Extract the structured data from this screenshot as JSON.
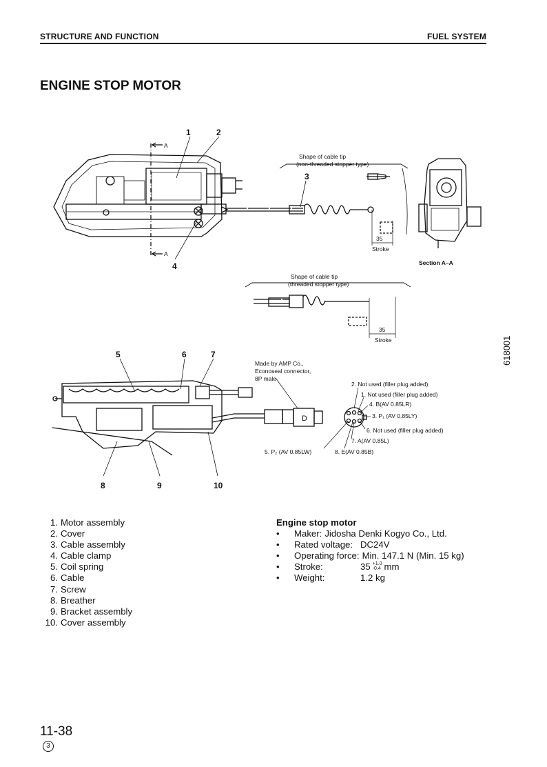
{
  "header": {
    "left": "STRUCTURE AND FUNCTION",
    "right": "FUEL SYSTEM"
  },
  "title": "ENGINE STOP MOTOR",
  "diagram_top": {
    "callouts": [
      "1",
      "2",
      "3",
      "4"
    ],
    "section_marker": "A",
    "cable_tip_1_line1": "Shape of cable tip",
    "cable_tip_1_line2": "(non-threaded stopper type)",
    "cable_tip_2_line1": "Shape of cable tip",
    "cable_tip_2_line2": "(threaded stopper type)",
    "stroke_value": "35",
    "stroke_label": "Stroke",
    "section_label": "Section A–A"
  },
  "diagram_bottom": {
    "callouts_top": [
      "5",
      "6",
      "7"
    ],
    "callouts_bottom": [
      "8",
      "9",
      "10"
    ],
    "connector_note_1": "Made by AMP Co.,",
    "connector_note_2": "Econoseal connector,",
    "connector_note_3": "8P male",
    "connector_letter": "D",
    "pins": [
      "2. Not used (filler plug added)",
      "1. Not used (filler plug added)",
      "4. B(AV 0.85LR)",
      "3. P₁ (AV 0.85LY)",
      "6. Not used (filler plug added)",
      "7. A(AV 0.85L)",
      "5. P₂ (AV 0.85LW)",
      "8. E(AV 0.85B)"
    ]
  },
  "side_code": "618001",
  "parts": [
    {
      "num": "1.",
      "name": "Motor assembly"
    },
    {
      "num": "2.",
      "name": "Cover"
    },
    {
      "num": "3.",
      "name": "Cable assembly"
    },
    {
      "num": "4.",
      "name": "Cable clamp"
    },
    {
      "num": "5.",
      "name": "Coil spring"
    },
    {
      "num": "6.",
      "name": "Cable"
    },
    {
      "num": "7.",
      "name": "Screw"
    },
    {
      "num": "8.",
      "name": "Breather"
    },
    {
      "num": "9.",
      "name": "Bracket assembly"
    },
    {
      "num": "10.",
      "name": "Cover assembly"
    }
  ],
  "specs": {
    "title": "Engine stop motor",
    "bullet": "•",
    "maker_key": "Maker:",
    "maker_val": "Jidosha Denki Kogyo Co., Ltd.",
    "voltage_key": "Rated voltage:",
    "voltage_val": "DC24V",
    "force_key": "Operating force:",
    "force_val": "Min. 147.1 N (Min. 15 kg)",
    "stroke_key": "Stroke:",
    "stroke_val": "35",
    "stroke_tol_plus": "+1.0",
    "stroke_tol_minus": "-0.4",
    "stroke_unit": "mm",
    "weight_key": "Weight:",
    "weight_val": "1.2 kg"
  },
  "footer": {
    "page": "11-38",
    "revision": "3"
  }
}
